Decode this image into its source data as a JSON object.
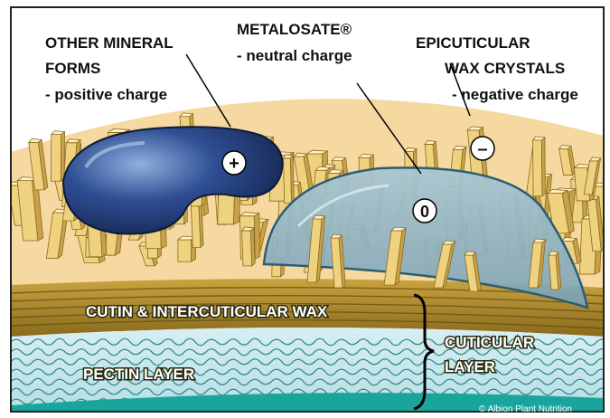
{
  "labels": {
    "other_mineral": [
      "OTHER MINERAL",
      "FORMS",
      "- positive charge"
    ],
    "metalosate": [
      "METALOSATE®",
      "- neutral charge"
    ],
    "epicuticular": [
      "EPICUTICULAR",
      "WAX CRYSTALS",
      "- negative charge"
    ],
    "cutin": "CUTIN  & INTERCUTICULAR WAX",
    "pectin": "PECTIN LAYER",
    "cuticular": [
      "CUTICULAR",
      "LAYER"
    ]
  },
  "charges": {
    "positive": "+",
    "neutral": "0",
    "negative": "–"
  },
  "copyright": "© Albion Plant Nutrition",
  "colors": {
    "background": "#fbe7b8",
    "wax_crystal": "#f0d58a",
    "cutin_band": "#b08a2a",
    "pectin": "#cfe8ef",
    "pectin_lines": "#2f8f83",
    "positive_blob": "#2b4a8a",
    "neutral_dome": "#8fb2c4",
    "teal_base": "#1aa59c"
  }
}
